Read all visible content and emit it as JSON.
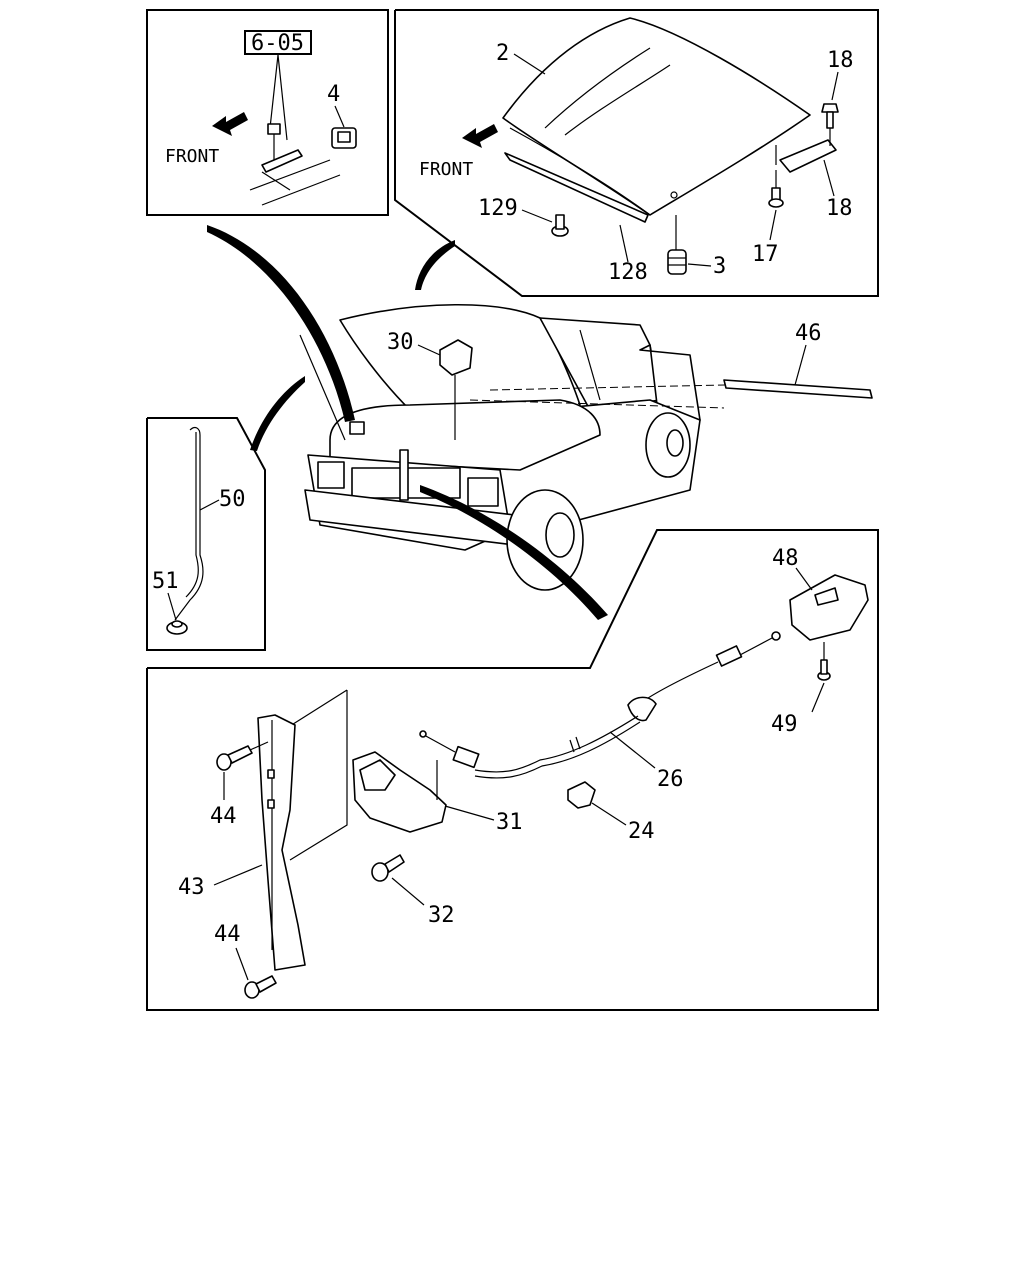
{
  "panels": {
    "top_left": {
      "ref_box": "6-05",
      "front_label": "FRONT",
      "callouts": [
        "4"
      ]
    },
    "top_right": {
      "front_label": "FRONT",
      "callouts": [
        "2",
        "18",
        "17",
        "18",
        "129",
        "128",
        "3"
      ]
    },
    "vehicle": {
      "callouts": [
        "30",
        "46"
      ]
    },
    "left_mid": {
      "callouts": [
        "50",
        "51"
      ]
    },
    "bottom": {
      "callouts": [
        "48",
        "49",
        "26",
        "24",
        "31",
        "32",
        "44",
        "43",
        "44"
      ]
    }
  }
}
